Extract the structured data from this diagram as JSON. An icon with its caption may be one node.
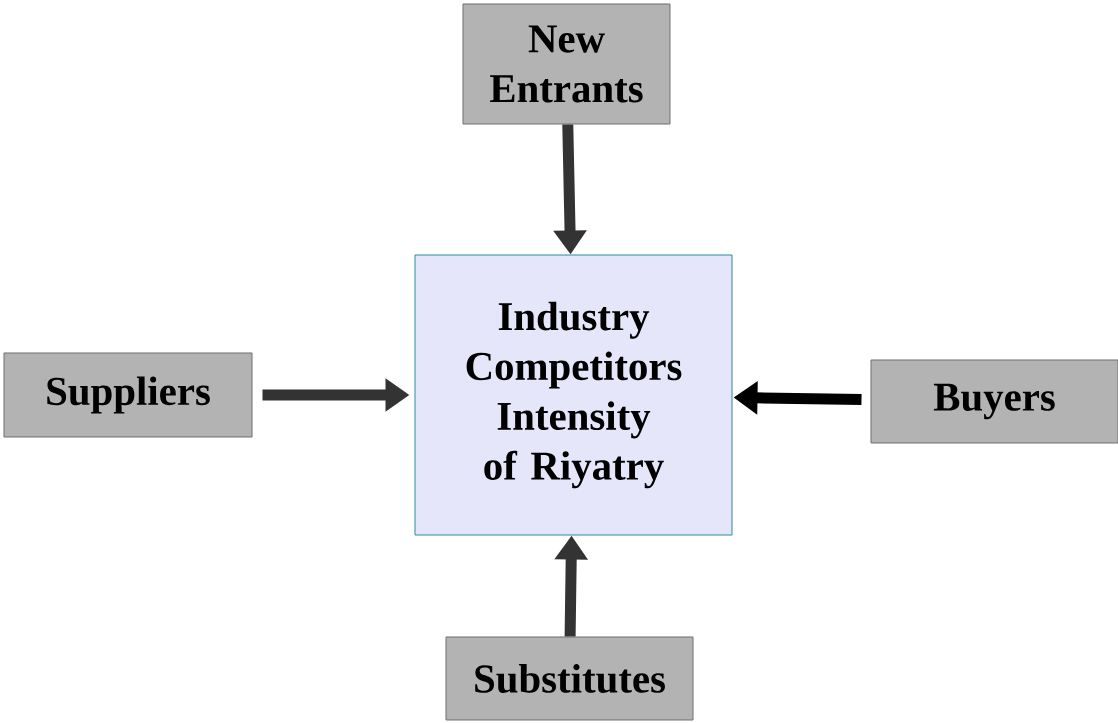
{
  "diagram": {
    "nodes": [
      {
        "text": [
          "New Entrants"
        ]
      },
      {
        "text": [
          "Suppliers"
        ]
      },
      {
        "text": [
          "Industry Competitors Intensity of Riyatry"
        ]
      },
      {
        "text": [
          "Buyers"
        ]
      },
      {
        "text": [
          "Substitutes"
        ]
      }
    ],
    "edges": [
      {
        "from": 0,
        "to": 2,
        "arrow": "to"
      },
      {
        "from": 1,
        "to": 2,
        "arrow": "to"
      },
      {
        "from": 3,
        "to": 2,
        "arrow": "to",
        "color": "#000000"
      },
      {
        "from": 4,
        "to": 2,
        "arrow": "to"
      }
    ]
  }
}
